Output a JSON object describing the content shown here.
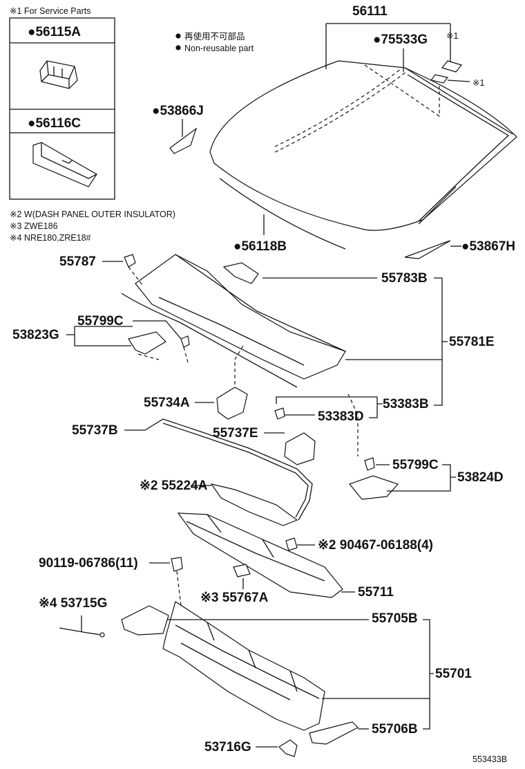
{
  "legend": {
    "service_parts_note": "※1 For Service Parts",
    "service_items": [
      "●56115A",
      "●56116C"
    ],
    "non_reusable_jp": "再使用不可部品",
    "non_reusable_en": "Non-reusable part",
    "bullet": "●"
  },
  "notes": [
    "※2 W(DASH PANEL OUTER INSULATOR)",
    "※3 ZWE186",
    "※4 NRE180,ZRE18#"
  ],
  "parts": {
    "p56111": "56111",
    "p75533G": "●75533G",
    "mark1a": "※1",
    "mark1b": "※1",
    "p53866J": "●53866J",
    "p56118B": "●56118B",
    "p53867H": "●53867H",
    "p55787": "55787",
    "p55783B": "55783B",
    "p53823G": "53823G",
    "p55799C_a": "55799C",
    "p55781E": "55781E",
    "p55734A": "55734A",
    "p53383B": "53383B",
    "p53383D": "53383D",
    "p55737B": "55737B",
    "p55737E": "55737E",
    "p55799C_b": "55799C",
    "p53824D": "53824D",
    "p55224A": "※2 55224A",
    "p90467": "※2 90467-06188(4)",
    "p90119": "90119-06786(11)",
    "p55767A": "※3 55767A",
    "p55711": "55711",
    "p53715G": "※4 53715G",
    "p55705B": "55705B",
    "p55701": "55701",
    "p55706B": "55706B",
    "p53716G": "53716G"
  },
  "drawing_id": "553433B"
}
